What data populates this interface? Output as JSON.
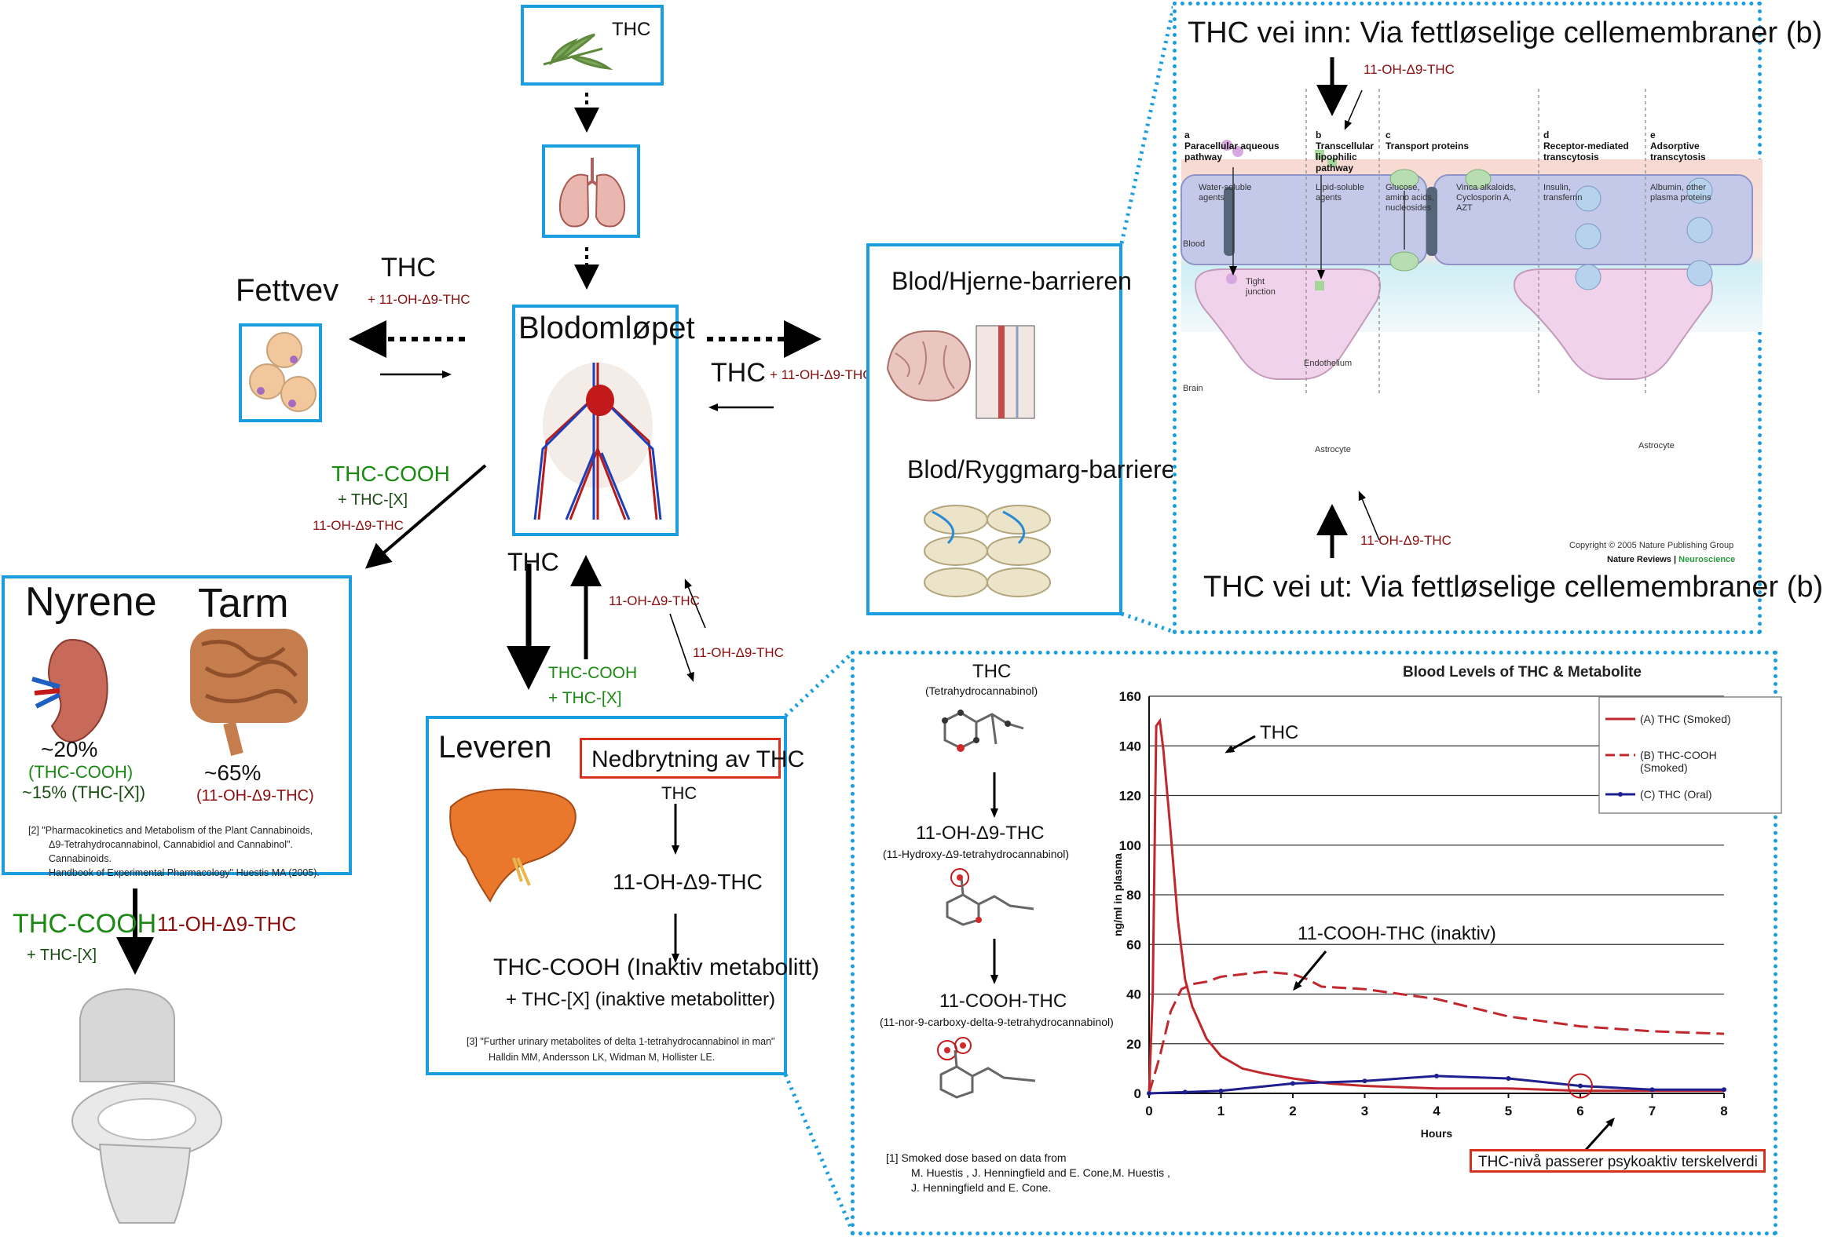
{
  "top": {
    "thc_label": "THC"
  },
  "fettvev": {
    "title": "Fettvev",
    "thc": "THC",
    "metab": "+ 11-OH-Δ9-THC"
  },
  "blod": {
    "title": "Blodomløpet"
  },
  "bbb": {
    "thc": "THC",
    "metab": "+ 11-OH-Δ9-THC",
    "title1": "Blod/Hjerne-barrieren",
    "title2": "Blod/Ryggmarg-barrieren"
  },
  "kidney_arrow": {
    "line1": "THC-COOH",
    "line2": "+ THC-[X]",
    "line3": "11-OH-Δ9-THC"
  },
  "nyrene": {
    "title": "Nyrene",
    "pct": "~20%",
    "sub1": "(THC-COOH)",
    "sub2": "~15% (THC-[X])"
  },
  "tarm": {
    "title": "Tarm",
    "pct": "~65%",
    "sub": "(11-OH-Δ9-THC)"
  },
  "ref2": {
    "line1": "[2]  \"Pharmacokinetics and Metabolism of the Plant Cannabinoids,",
    "line2": "Δ9-Tetrahydrocannabinol, Cannabidiol and Cannabinol\". Cannabinoids.",
    "line3": "Handbook of Experimental Pharmacology\" Huestis MA (2005)."
  },
  "excretion": {
    "cooh": "THC-COOH",
    "x": "+ THC-[X]",
    "oh": "11-OH-Δ9-THC"
  },
  "liver_arrows": {
    "thc": "THC",
    "cooh": "THC-COOH",
    "x": "+ THC-[X]",
    "oh1": "11-OH-Δ9-THC",
    "oh2": "11-OH-Δ9-THC"
  },
  "leveren": {
    "title": "Leveren",
    "header": "Nedbrytning av THC",
    "step1": "THC",
    "step2": "11-OH-Δ9-THC",
    "step3": "THC-COOH  (Inaktiv metabolitt)",
    "step4": "+ THC-[X] (inaktive metabolitter)",
    "ref_line1": "[3]  \"Further urinary metabolites of delta 1-tetrahydrocannabinol in man\"",
    "ref_line2": "Halldin MM, Andersson LK, Widman M, Hollister LE."
  },
  "membrane": {
    "title_in": "THC vei inn: Via fettløselige cellemembraner (b)",
    "title_out": "THC vei ut: Via fettløselige cellemembraner (b)",
    "oh_top": "11-OH-Δ9-THC",
    "oh_bottom": "11-OH-Δ9-THC",
    "col_a_letter": "a",
    "col_a": [
      "Paracellular aqueous",
      "pathway"
    ],
    "col_b_letter": "b",
    "col_b": [
      "Transcellular",
      "lipophilic",
      "pathway"
    ],
    "col_c_letter": "c",
    "col_c": [
      "Transport proteins"
    ],
    "col_d_letter": "d",
    "col_d": [
      "Receptor-mediated",
      "transcytosis"
    ],
    "col_e_letter": "e",
    "col_e": [
      "Adsorptive",
      "transcytosis"
    ],
    "agent_a": [
      "Water-soluble",
      "agents"
    ],
    "agent_b": [
      "Lipid-soluble",
      "agents"
    ],
    "agent_c1": [
      "Glucose,",
      "amino acids,",
      "nucleosides"
    ],
    "agent_c2": [
      "Vinca alkaloids,",
      "Cyclosporin A,",
      "AZT"
    ],
    "agent_d": [
      "Insulin,",
      "transferrin"
    ],
    "agent_e": [
      "Albumin, other",
      "plasma proteins"
    ],
    "blood": "Blood",
    "brain": "Brain",
    "tight": [
      "Tight",
      "junction"
    ],
    "endothelium": "Endothelium",
    "astrocyte": "Astrocyte",
    "copyright": "Copyright © 2005 Nature Publishing Group",
    "nature_reviews": "Nature Reviews | ",
    "neuroscience": "Neuroscience"
  },
  "molecules": {
    "thc": "THC",
    "thc_full": "(Tetrahydrocannabinol)",
    "oh": "11-OH-Δ9-THC",
    "oh_full": "(11-Hydroxy-Δ9-tetrahydrocannabinol)",
    "cooh": "11-COOH-THC",
    "cooh_full": "(11-nor-9-carboxy-delta-9-tetrahydrocannabinol)",
    "ref1_l1": "[1] Smoked dose based on data from",
    "ref1_l2": "M. Huestis , J. Henningfield and E. Cone,M. Huestis ,",
    "ref1_l3": "J. Henningfield and E. Cone."
  },
  "chart_annot": {
    "thc_label": "THC",
    "cooh_label": "11-COOH-THC (inaktiv)",
    "threshold": "THC-nivå passerer psykoaktiv terskelverdi"
  },
  "chart_data": {
    "type": "line",
    "title": "Blood Levels of THC & Metabolite",
    "xlabel": "Hours",
    "ylabel": "ng/ml in plasma",
    "xlim": [
      0,
      8
    ],
    "ylim": [
      0,
      160
    ],
    "xticks": [
      0,
      1,
      2,
      3,
      4,
      5,
      6,
      7,
      8
    ],
    "yticks": [
      0,
      20,
      40,
      60,
      80,
      100,
      120,
      140,
      160
    ],
    "grid": "horizontal",
    "legend_position": "top-right",
    "series": [
      {
        "name": "(A) THC (Smoked)",
        "color": "#c0282d",
        "style": "solid",
        "x": [
          0,
          0.05,
          0.1,
          0.15,
          0.2,
          0.3,
          0.4,
          0.5,
          0.6,
          0.8,
          1.0,
          1.3,
          1.6,
          2.0,
          2.5,
          3,
          4,
          5,
          6,
          7,
          8
        ],
        "y": [
          0,
          40,
          148,
          150,
          138,
          105,
          70,
          46,
          35,
          22,
          15,
          10,
          8,
          6,
          4,
          3,
          2,
          2,
          1,
          1,
          1
        ]
      },
      {
        "name": "(B) THC-COOH (Smoked)",
        "color": "#c0282d",
        "style": "dashed",
        "x": [
          0,
          0.15,
          0.3,
          0.45,
          0.6,
          0.8,
          1.0,
          1.3,
          1.6,
          2.0,
          2.2,
          2.4,
          3.0,
          3.5,
          4.0,
          5.0,
          6.0,
          7.0,
          8.0
        ],
        "y": [
          0,
          15,
          33,
          42,
          44,
          45,
          47,
          48,
          49,
          48,
          46,
          43,
          42,
          40,
          38,
          31,
          27,
          25,
          24
        ]
      },
      {
        "name": "(C) THC (Oral)",
        "color": "#1f1f8f",
        "style": "solid-marker",
        "x": [
          0,
          0.5,
          1,
          2,
          3,
          4,
          5,
          6,
          7,
          8
        ],
        "y": [
          0,
          0.5,
          1,
          4,
          5,
          7,
          6,
          3,
          1.5,
          1.5
        ]
      }
    ]
  }
}
